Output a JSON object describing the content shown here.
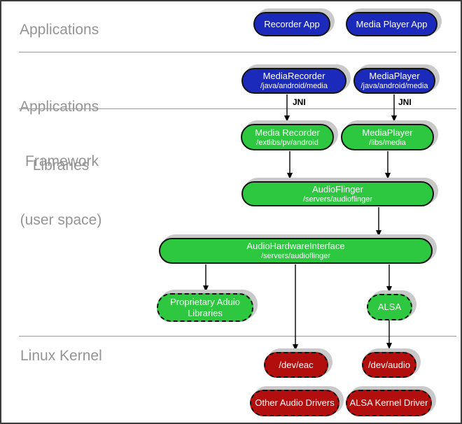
{
  "sections": {
    "applications": {
      "label": "Applications"
    },
    "framework": {
      "line1": "Applications",
      "line2": "Framework"
    },
    "libraries": {
      "line1": "Libraries",
      "line2": "(user space)"
    },
    "kernel": {
      "label": "Linux Kernel"
    }
  },
  "edges": {
    "jni_left": "JNI",
    "jni_right": "JNI"
  },
  "nodes": {
    "recorder_app": {
      "title": "Recorder App"
    },
    "media_player_app": {
      "title": "Media Player App"
    },
    "media_recorder_framework": {
      "title": "MediaRecorder",
      "path": "/java/android/media"
    },
    "media_player_framework": {
      "title": "MediaPlayer",
      "path": "/java/android/media"
    },
    "media_recorder_lib": {
      "title": "Media Recorder",
      "path": "/extlibs/pv/android"
    },
    "media_player_lib": {
      "title": "MediaPlayer",
      "path": "/libs/media"
    },
    "audio_flinger": {
      "title": "AudioFlinger",
      "path": "/servers/audioflinger"
    },
    "audio_hardware_interface": {
      "title": "AudioHardwareInterface",
      "path": "/servers/audioflinger"
    },
    "proprietary_audio_libraries": {
      "line1": "Proprietary Aduio",
      "line2": "Libraries"
    },
    "alsa": {
      "title": "ALSA"
    },
    "dev_eac": {
      "title": "/dev/eac"
    },
    "dev_audio": {
      "title": "/dev/audio"
    },
    "other_audio_drivers": {
      "title": "Other Audio Drivers"
    },
    "alsa_kernel_driver": {
      "title": "ALSA Kernel Driver"
    }
  },
  "colors": {
    "app_box": "#1b2aba",
    "library_box": "#2dc840",
    "kernel_box": "#b30e0e",
    "box_text": "#ffffff",
    "shadow": "#c9c9c9",
    "section_label": "#949494",
    "divider": "#9a9a9a",
    "arrow": "#000000"
  }
}
